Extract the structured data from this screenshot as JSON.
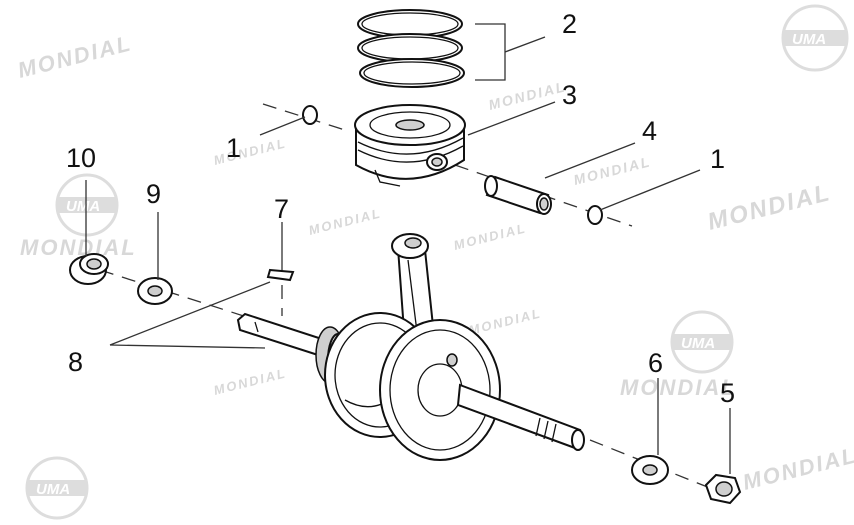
{
  "watermark": {
    "brand_text": "MONDIAL",
    "logo_text": "UMA"
  },
  "callouts": {
    "c1a": "1",
    "c1b": "1",
    "c2": "2",
    "c3": "3",
    "c4": "4",
    "c5": "5",
    "c6": "6",
    "c7": "7",
    "c8": "8",
    "c9": "9",
    "c10": "10"
  }
}
